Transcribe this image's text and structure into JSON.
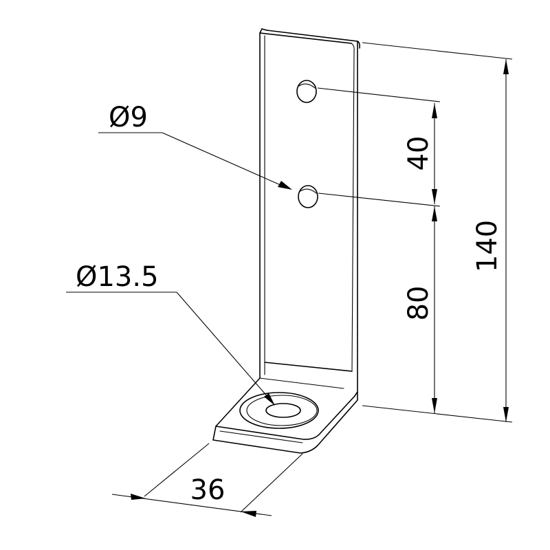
{
  "drawing": {
    "labels": {
      "small_hole_diameter": "Ø9",
      "large_hole_diameter": "Ø13.5",
      "hole_spacing": "40",
      "hole_to_base": "80",
      "total_height": "140",
      "width": "36"
    }
  }
}
